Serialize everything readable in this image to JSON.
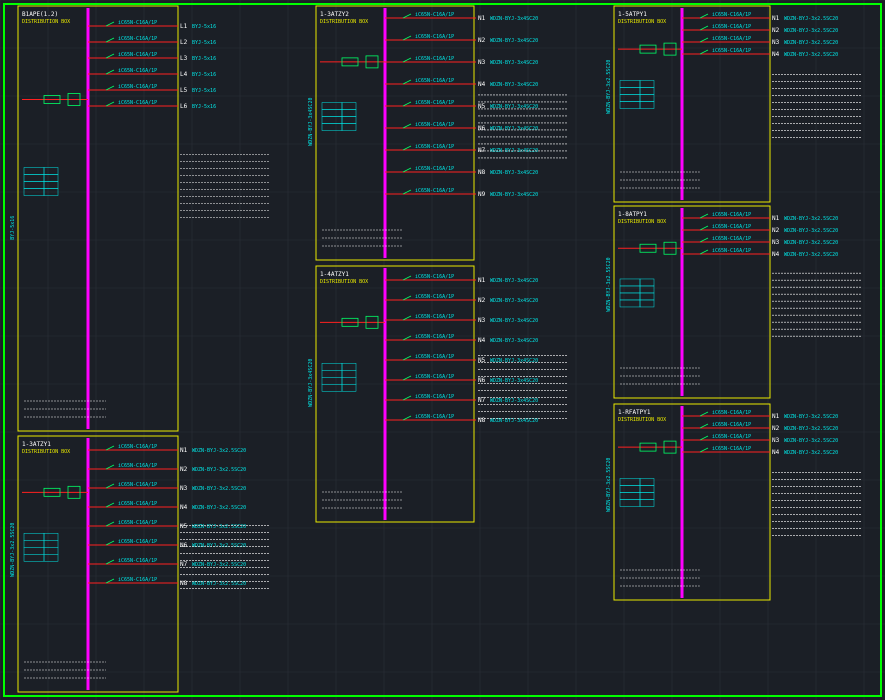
{
  "colors": {
    "background": "#1b1f26",
    "grid": "#2a3038",
    "frame": "#00ff00",
    "panel_border": "#e8e800",
    "busbar": "#ff00ff",
    "feeder": "#ff2020",
    "device": "#00ff66",
    "text_cyan": "#00e5e5",
    "text_white": "#ffffff"
  },
  "panels": [
    {
      "id": "p1",
      "title": "B1APE(1.2)",
      "feeders": [
        "L1",
        "L2",
        "L3",
        "L4",
        "L5",
        "L6"
      ],
      "circuit_prefix": "BYJ-5x16"
    },
    {
      "id": "p2",
      "title": "1-3ATZY2",
      "feeders": [
        "N1",
        "N2",
        "N3",
        "N4",
        "N5",
        "N6",
        "N7",
        "N8",
        "N9"
      ],
      "circuit_prefix": "WDZN-BYJ-3x4SC20"
    },
    {
      "id": "p3",
      "title": "1-4ATZY1",
      "feeders": [
        "N1",
        "N2",
        "N3",
        "N4",
        "N5",
        "N6",
        "N7",
        "N8"
      ],
      "circuit_prefix": "WDZN-BYJ-3x4SC20"
    },
    {
      "id": "p4",
      "title": "1-3ATZY1",
      "feeders": [
        "N1",
        "N2",
        "N3",
        "N4",
        "N5",
        "N6",
        "N7",
        "N8"
      ],
      "circuit_prefix": "WDZN-BYJ-3x2.5SC20"
    },
    {
      "id": "p5",
      "title": "1-5ATPY1",
      "feeders": [
        "N1",
        "N2",
        "N3",
        "N4"
      ],
      "circuit_prefix": "WDZN-BYJ-3x2.5SC20"
    },
    {
      "id": "p6",
      "title": "1-8ATPY1",
      "feeders": [
        "N1",
        "N2",
        "N3",
        "N4"
      ],
      "circuit_prefix": "WDZN-BYJ-3x2.5SC20"
    },
    {
      "id": "p7",
      "title": "1-RFATPY1",
      "feeders": [
        "N1",
        "N2",
        "N3",
        "N4"
      ],
      "circuit_prefix": "WDZN-BYJ-3x2.5SC20"
    }
  ]
}
